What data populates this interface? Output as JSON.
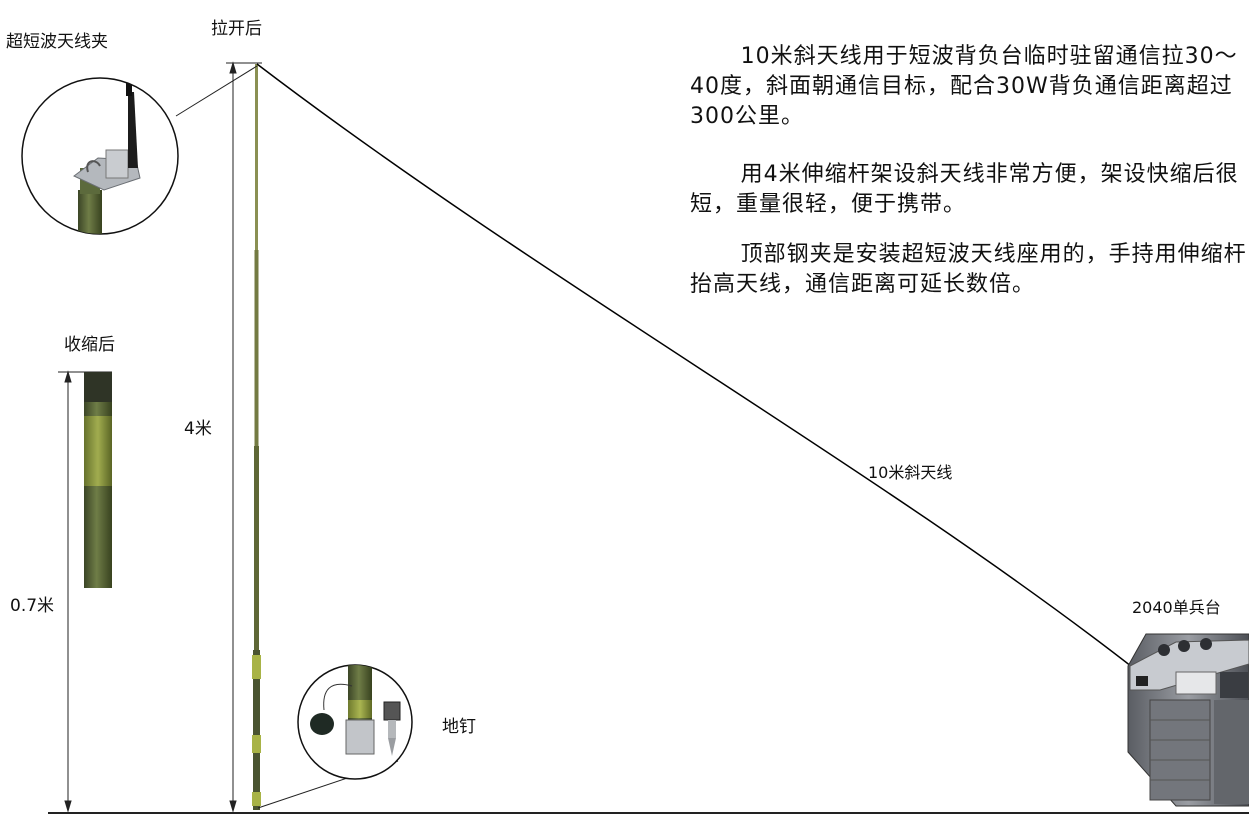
{
  "labels": {
    "vhf_clamp": "超短波天线夹",
    "extended": "拉开后",
    "retracted": "收缩后",
    "height_4m": "4米",
    "height_07m": "0.7米",
    "ground_stake": "地钉",
    "slant_antenna": "10米斜天线",
    "radio": "2040单兵台"
  },
  "description": {
    "p1": "10米斜天线用于短波背负台临时驻留通信拉30～40度，斜面朝通信目标，配合30W背负通信距离超过300公里。",
    "p2": "用4米伸缩杆架设斜天线非常方便，架设快缩后很短，重量很轻，便于携带。",
    "p3": "顶部钢夹是安装超短波天线座用的，手持用伸缩杆抬高天线，通信距离可延长数倍。"
  },
  "colors": {
    "pole_green": "#5d6b3c",
    "pole_dark": "#3f4a2a",
    "pole_yellow": "#a6b04a",
    "wire": "#000000",
    "radio_body": "#8d9096"
  }
}
